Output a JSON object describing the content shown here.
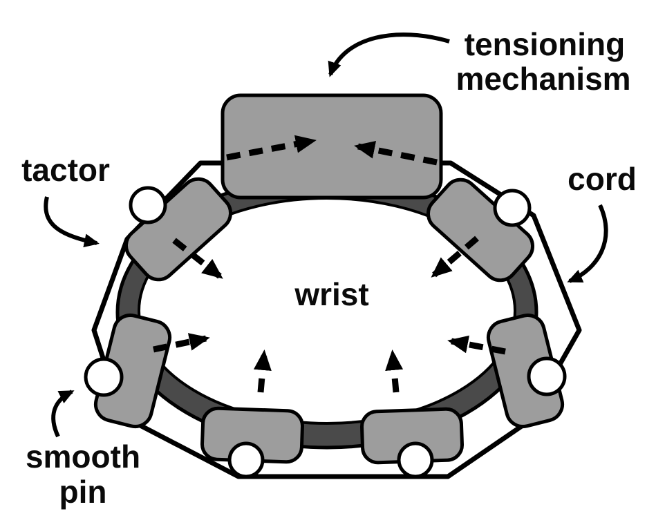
{
  "figure": {
    "type": "diagram",
    "description_labels": {
      "tensioning_line1": "tensioning",
      "tensioning_line2": "mechanism",
      "tactor": "tactor",
      "cord": "cord",
      "wrist": "wrist",
      "smooth_pin_line1": "smooth",
      "smooth_pin_line2": "pin"
    },
    "colors": {
      "band": "#4a4a4a",
      "component_gray": "#9d9d9d",
      "pin_fill": "#ffffff",
      "wrist_fill": "#ffffff",
      "outline": "#000000",
      "text": "#0a0a0a",
      "background": "#ffffff"
    },
    "components": {
      "tactor_count": "6",
      "smooth_pin_count": "6",
      "force_arrow_count": "8"
    }
  }
}
